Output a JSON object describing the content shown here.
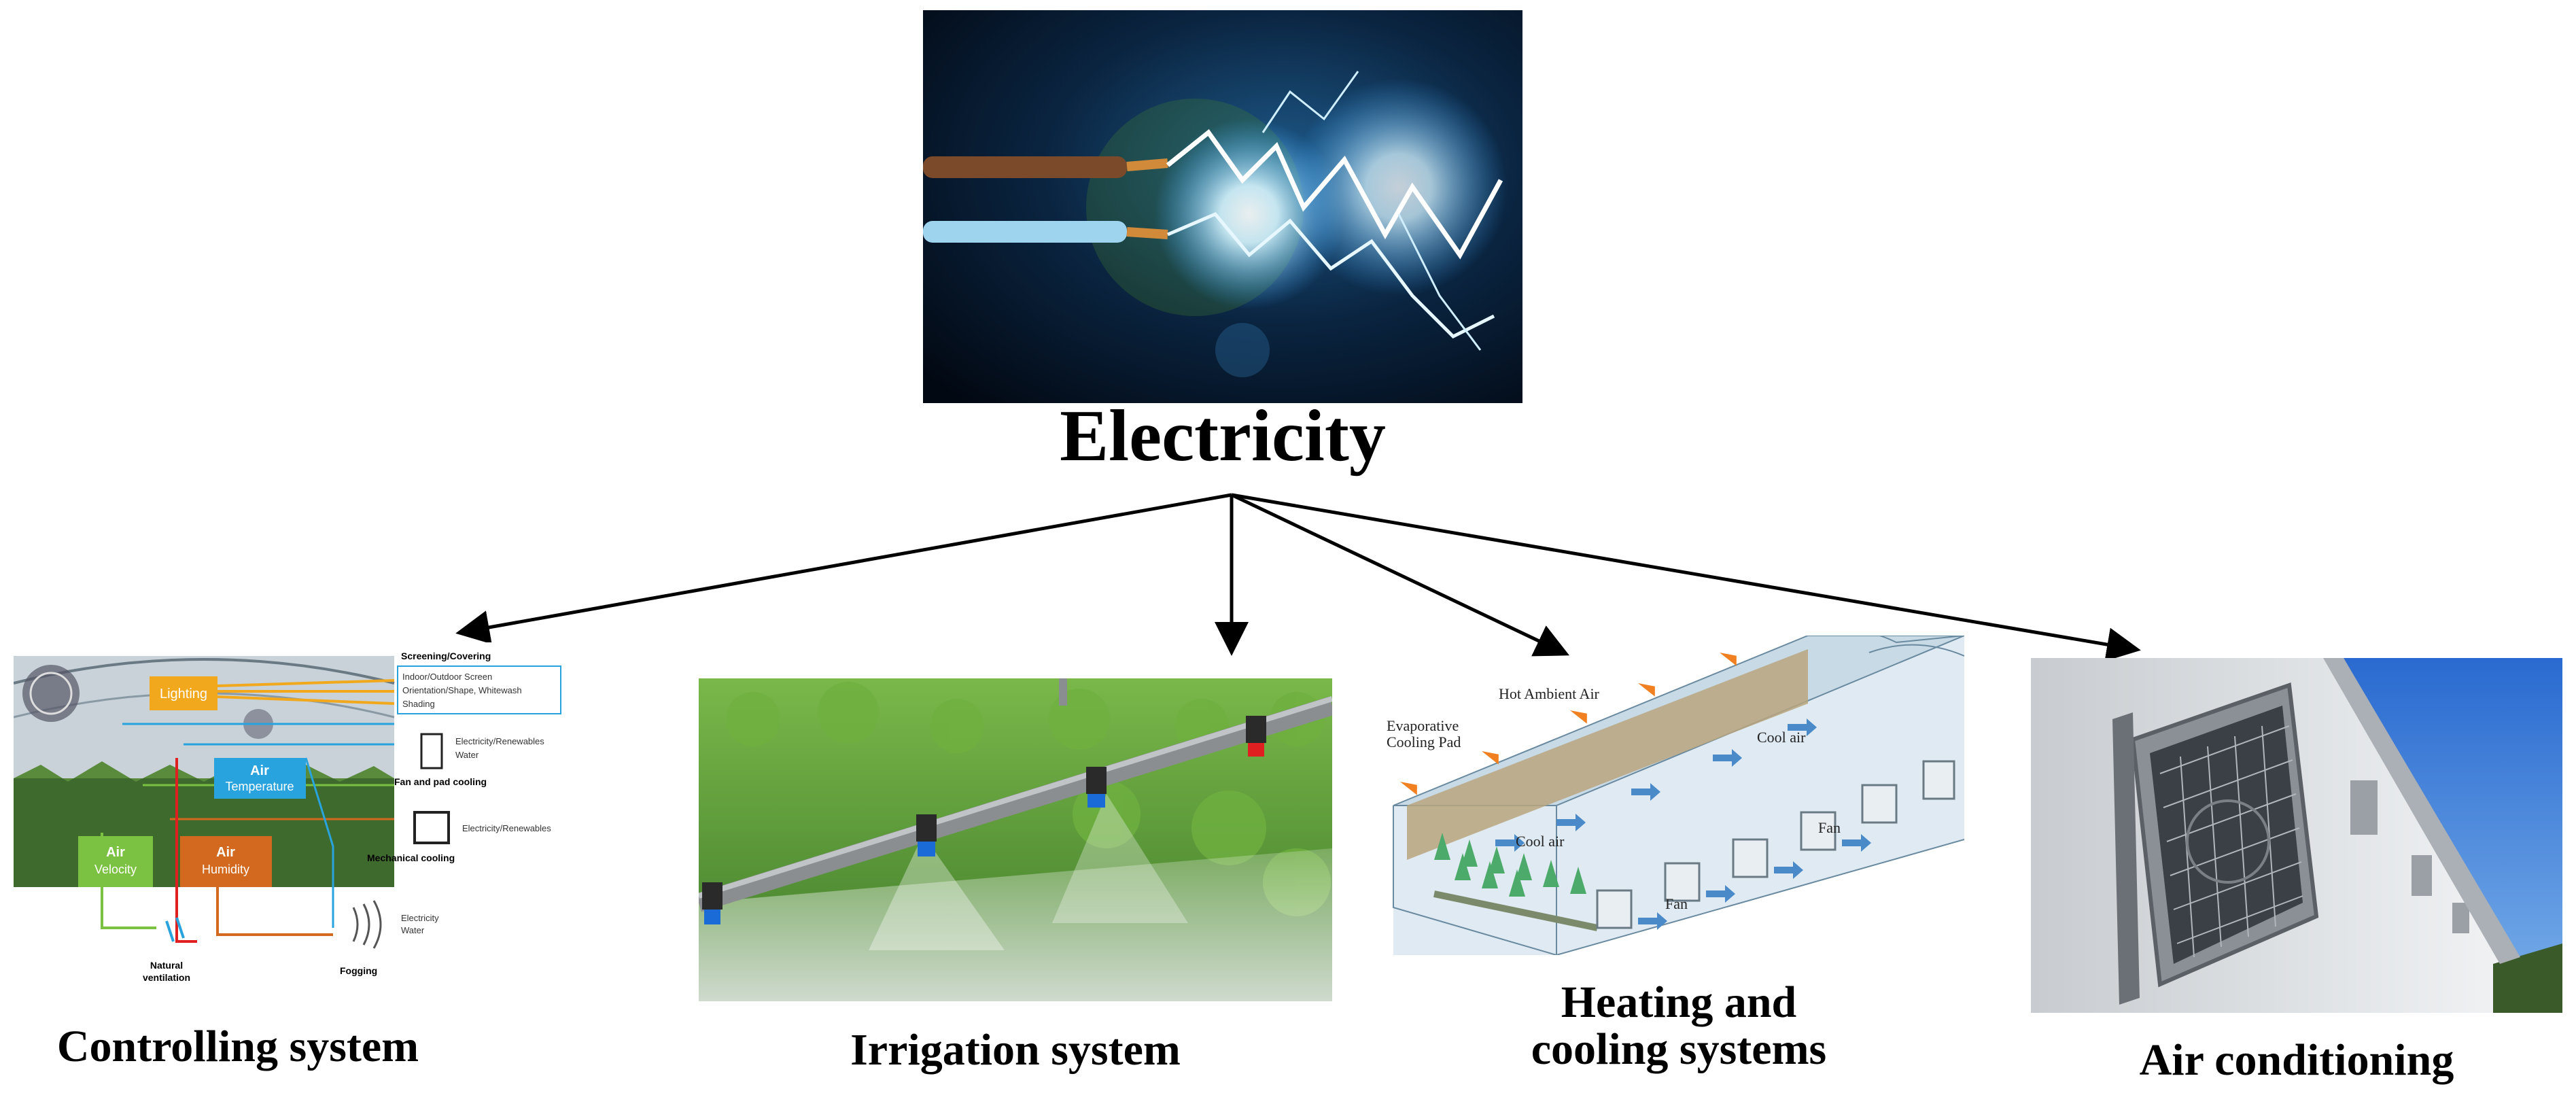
{
  "title": "Electricity",
  "branches": [
    {
      "label": "Controlling system"
    },
    {
      "label": "Irrigation system"
    },
    {
      "label": "Heating and cooling systems",
      "line1": "Heating and",
      "line2": "cooling systems"
    },
    {
      "label": "Air conditioning"
    }
  ],
  "controlling": {
    "screening": "Screening/Covering",
    "screening_desc1": "Indoor/Outdoor Screen",
    "screening_desc2": "Orientation/Shape, Whitewash",
    "screening_desc3": "Shading",
    "lighting": "Lighting",
    "air_temp1": "Air",
    "air_temp2": "Temperature",
    "air_vel1": "Air",
    "air_vel2": "Velocity",
    "air_hum1": "Air",
    "air_hum2": "Humidity",
    "elec_ren1": "Electricity/Renewables",
    "water1": "Water",
    "fan_pad": "Fan and pad cooling",
    "elec_ren2": "Electricity/Renewables",
    "mech": "Mechanical cooling",
    "elec2": "Electricity",
    "water2": "Water",
    "natural1": "Natural",
    "natural2": "ventilation",
    "fogging": "Fogging"
  },
  "heating": {
    "hot_air": "Hot Ambient Air",
    "evap1": "Evaporative",
    "evap2": "Cooling Pad",
    "cool_air1": "Cool air",
    "cool_air2": "Cool air",
    "fan1": "Fan",
    "fan2": "Fan"
  },
  "colors": {
    "lighting": "#f2a81d",
    "temperature": "#29a3dd",
    "velocity": "#7cc242",
    "humidity": "#d2691e"
  }
}
